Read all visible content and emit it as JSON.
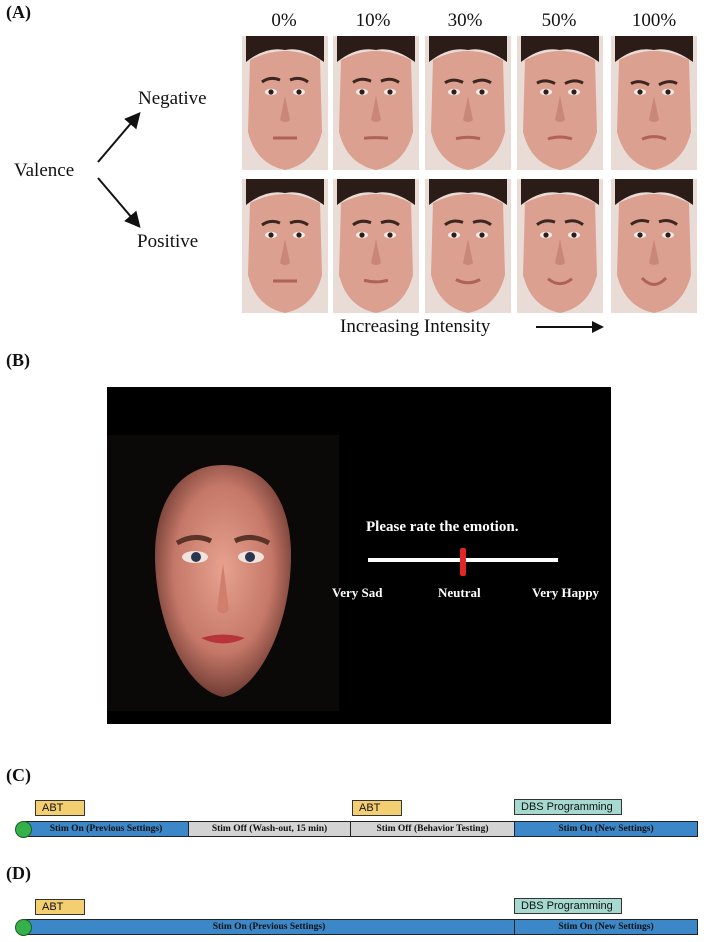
{
  "panel_a": {
    "label": "(A)",
    "intensities": [
      "0%",
      "10%",
      "30%",
      "50%",
      "100%"
    ],
    "valence": "Valence",
    "negative": "Negative",
    "positive": "Positive",
    "axis": "Increasing Intensity"
  },
  "panel_b": {
    "label": "(B)",
    "prompt": "Please rate the emotion.",
    "left": "Very Sad",
    "middle": "Neutral",
    "right": "Very Happy",
    "slider_value": 0.5
  },
  "panel_c": {
    "label": "(C)",
    "tags": [
      "ABT",
      "ABT",
      "DBS Programming"
    ],
    "segments": [
      "Stim On (Previous Settings)",
      "Stim Off (Wash-out, 15 min)",
      "Stim Off (Behavior Testing)",
      "Stim On (New Settings)"
    ]
  },
  "panel_d": {
    "label": "(D)",
    "tags": [
      "ABT",
      "DBS Programming"
    ],
    "segments": [
      "Stim On (Previous Settings)",
      "Stim On (New Settings)"
    ]
  },
  "colors": {
    "stim_on": "#3b87c8",
    "stim_off": "#d3d3d3",
    "abt": "#f4cf72",
    "dbs": "#a6d9cf",
    "start": "#35b04a"
  }
}
